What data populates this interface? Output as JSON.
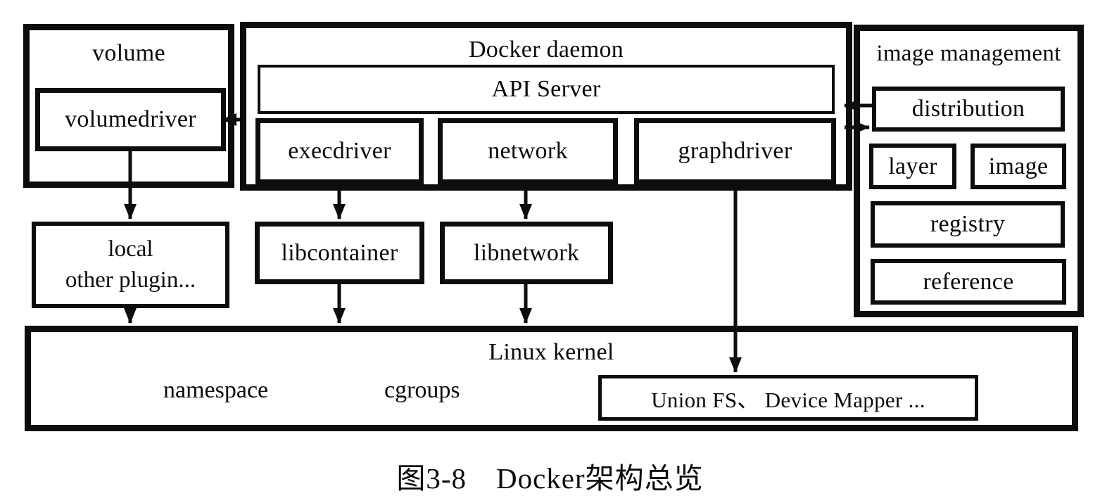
{
  "caption": {
    "text": "图3-8　Docker架构总览"
  },
  "volume": {
    "title": "volume",
    "volumedriver": "volumedriver"
  },
  "daemon": {
    "title": "Docker daemon",
    "api_server": "API Server",
    "execdriver": "execdriver",
    "network": "network",
    "graphdriver": "graphdriver"
  },
  "image_management": {
    "title": "image management",
    "distribution": "distribution",
    "layer": "layer",
    "image": "image",
    "registry": "registry",
    "reference": "reference"
  },
  "plugins": {
    "line1": "local",
    "line2": "other plugin..."
  },
  "libs": {
    "libcontainer": "libcontainer",
    "libnetwork": "libnetwork"
  },
  "kernel": {
    "title": "Linux kernel",
    "namespace": "namespace",
    "cgroups": "cgroups",
    "union_fs": "Union FS、 Device Mapper  ..."
  },
  "colors": {
    "ink": "#0d0d0d",
    "background": "#ffffff"
  },
  "edges": [
    {
      "from": "docker-daemon",
      "to": "volumedriver"
    },
    {
      "from": "volumedriver",
      "to": "local-other-plugin"
    },
    {
      "from": "execdriver",
      "to": "libcontainer"
    },
    {
      "from": "network",
      "to": "libnetwork"
    },
    {
      "from": "graphdriver",
      "to": "union-fs-device-mapper"
    },
    {
      "from": "local-other-plugin",
      "to": "linux-kernel"
    },
    {
      "from": "libcontainer",
      "to": "linux-kernel"
    },
    {
      "from": "libnetwork",
      "to": "linux-kernel"
    },
    {
      "from": "image-management",
      "to": "docker-daemon"
    },
    {
      "from": "docker-daemon",
      "to": "distribution"
    }
  ]
}
